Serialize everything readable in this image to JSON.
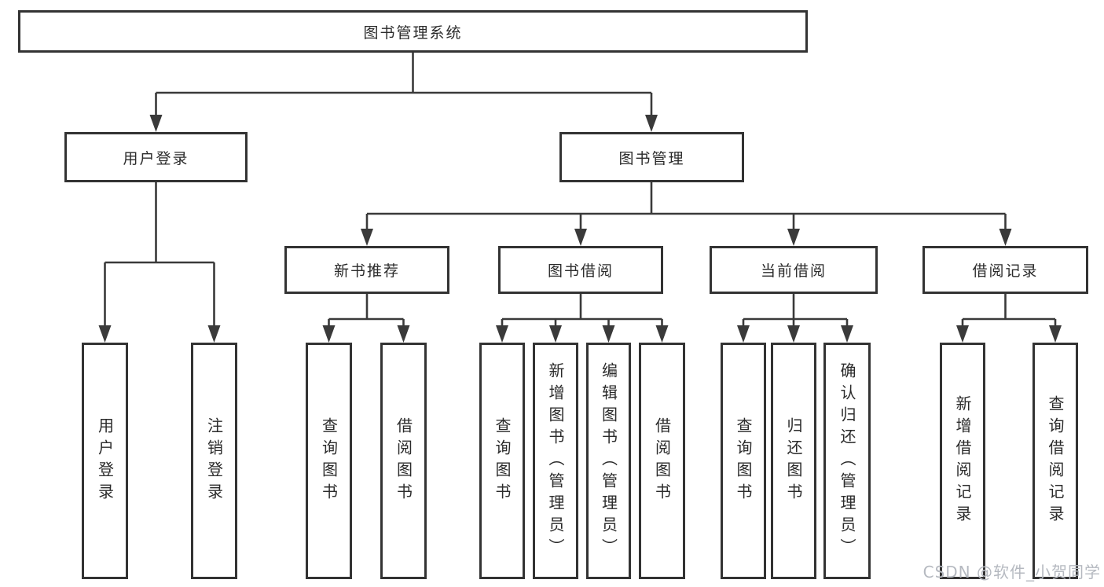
{
  "tree": {
    "label": "图书管理系统",
    "children": [
      {
        "label": "用户登录",
        "children": [
          {
            "label": "用户登录"
          },
          {
            "label": "注销登录"
          }
        ]
      },
      {
        "label": "图书管理",
        "children": [
          {
            "label": "新书推荐",
            "children": [
              {
                "label": "查询图书"
              },
              {
                "label": "借阅图书"
              }
            ]
          },
          {
            "label": "图书借阅",
            "children": [
              {
                "label": "查询图书"
              },
              {
                "label": "新增图书（管理员）"
              },
              {
                "label": "编辑图书（管理员）"
              },
              {
                "label": "借阅图书"
              }
            ]
          },
          {
            "label": "当前借阅",
            "children": [
              {
                "label": "查询图书"
              },
              {
                "label": "归还图书"
              },
              {
                "label": "确认归还（管理员）"
              }
            ]
          },
          {
            "label": "借阅记录",
            "children": [
              {
                "label": "新增借阅记录"
              },
              {
                "label": "查询借阅记录"
              }
            ]
          }
        ]
      }
    ]
  },
  "watermark": {
    "text": "CSDN @软件_小贺同学"
  },
  "colors": {
    "line": "#3a3a3a",
    "box_border": "#333333",
    "text": "#2b2b2b",
    "watermark": "#b5b9c0",
    "background": "#ffffff"
  }
}
